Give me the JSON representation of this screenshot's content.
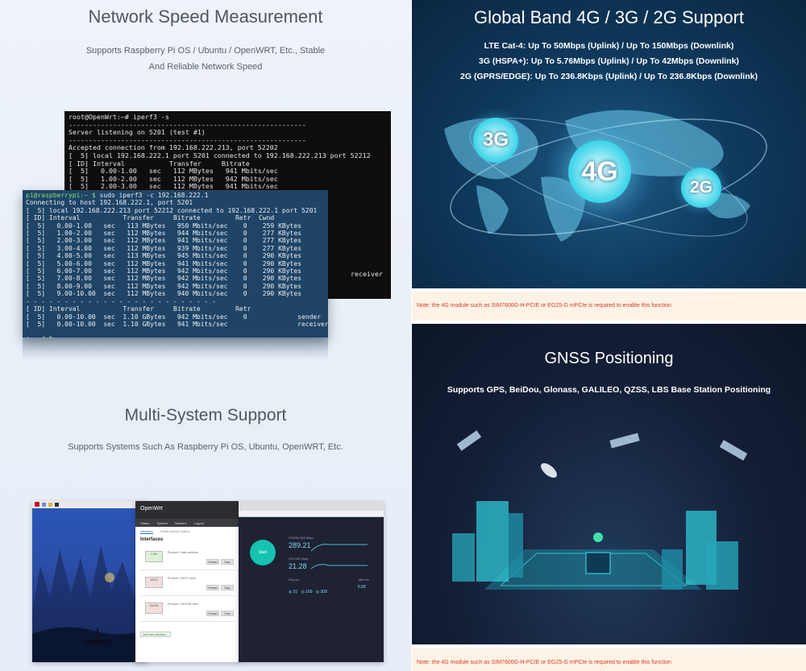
{
  "left_top": {
    "title": "Network Speed Measurement",
    "desc_line1": "Supports Raspberry Pi OS / Ubuntu / OpenWRT, Etc., Stable",
    "desc_line2": "And Reliable Network Speed",
    "server_terminal": [
      "root@OpenWrt:~# iperf3 -s",
      "-----------------------------------------------------------",
      "Server listening on 5201 (test #1)",
      "-----------------------------------------------------------",
      "Accepted connection from 192.168.222.213, port 52202",
      "[  5] local 192.168.222.1 port 5201 connected to 192.168.222.213 port 52212",
      "[ ID] Interval           Transfer     Bitrate",
      "[  5]   0.00-1.00   sec   112 MBytes   941 Mbits/sec",
      "[  5]   1.00-2.00   sec   112 MBytes   942 Mbits/sec",
      "[  5]   2.00-3.00   sec   112 MBytes   941 Mbits/sec"
    ],
    "server_receiver": "receiver",
    "client_prompt": "pi@raspberrypi:~ $",
    "client_command": " sudo iperf3 -c 192.168.222.1",
    "client_terminal": [
      "Connecting to host 192.168.222.1, port 5201",
      "[  5] local 192.168.222.213 port 52212 connected to 192.168.222.1 port 5201",
      "[ ID] Interval           Transfer     Bitrate         Retr  Cwnd",
      "[  5]   0.00-1.00   sec   113 MBytes   950 Mbits/sec    0    259 KBytes",
      "[  5]   1.00-2.00   sec   112 MBytes   944 Mbits/sec    0    277 KBytes",
      "[  5]   2.00-3.00   sec   112 MBytes   941 Mbits/sec    0    277 KBytes",
      "[  5]   3.00-4.00   sec   112 MBytes   939 Mbits/sec    0    277 KBytes",
      "[  5]   4.00-5.00   sec   113 MBytes   945 Mbits/sec    0    290 KBytes",
      "[  5]   5.00-6.00   sec   112 MBytes   941 Mbits/sec    0    290 KBytes",
      "[  5]   6.00-7.00   sec   112 MBytes   942 Mbits/sec    0    290 KBytes",
      "[  5]   7.00-8.00   sec   112 MBytes   942 Mbits/sec    0    290 KBytes",
      "[  5]   8.00-9.00   sec   112 MBytes   942 Mbits/sec    0    290 KBytes",
      "[  5]   9.00-10.00  sec   112 MBytes   940 Mbits/sec    0    290 KBytes",
      "- - - - - - - - - - - - - - - - - - - - - - - - -",
      "[ ID] Interval           Transfer     Bitrate         Retr",
      "[  5]   0.00-10.00  sec  1.10 GBytes   942 Mbits/sec    0             sender",
      "[  5]   0.00-10.00  sec  1.10 GBytes   941 Mbits/sec                  receiver",
      "",
      "iperf Done."
    ]
  },
  "left_bottom": {
    "title": "Multi-System Support",
    "desc": "Supports Systems Such As Raspberry Pi OS, Ubuntu, OpenWRT, Etc.",
    "openwrt": {
      "brand": "OpenWrt",
      "nav": [
        "Status",
        "System",
        "Network",
        "Logout"
      ],
      "subtabs": [
        "Interfaces",
        "Global network options"
      ],
      "heading": "Interfaces",
      "rows": [
        {
          "name": "LAN",
          "info": "Protocol: Static address",
          "btn1": "Restart",
          "btn2": "Stop"
        },
        {
          "name": "WAN",
          "info": "Protocol: DHCP client",
          "btn1": "Restart",
          "btn2": "Stop"
        },
        {
          "name": "WAN6",
          "info": "Protocol: DHCPv6 client",
          "btn1": "Restart",
          "btn2": "Stop"
        }
      ],
      "add_button": "Add new interface..."
    },
    "speedtest": {
      "start": "Start",
      "download_label": "DOWNLOAD Mbps",
      "download_value": "289.21",
      "upload_label": "UPLOAD Mbps",
      "upload_value": "21.28",
      "ping_label": "Ping ms",
      "jitter_label": "Jitter ms",
      "jitter_value": "6.89",
      "stats": [
        "51",
        "169",
        "309"
      ]
    }
  },
  "right_top": {
    "title": "Global Band 4G / 3G / 2G Support",
    "specs": [
      "LTE Cat-4: Up To 50Mbps (Uplink) / Up To 150Mbps (Downlink)",
      "3G (HSPA+): Up To 5.76Mbps (Uplink) / Up To 42Mbps (Downlink)",
      "2G (GPRS/EDGE): Up To 236.8Kbps (Uplink) / Up To 236.8Kbps (Downlink)"
    ],
    "badges": {
      "b3g": "3G",
      "b4g": "4G",
      "b2g": "2G"
    }
  },
  "notes": {
    "top": "Note: the 4G module such as SIM7600G-H-PCIE or EG25-G mPCIe is required to enable this function",
    "bottom": "Note: the 4G module such as SIM7600G-H-PCIE or EG25-G mPCIe is required to enable this function"
  },
  "right_bottom": {
    "title": "GNSS Positioning",
    "desc": "Supports GPS, BeiDou, Glonass, GALILEO, QZSS, LBS Base Station Positioning"
  },
  "colors": {
    "note_text": "#d83a2a",
    "note_bg": "#fcf3e6",
    "accent_cyan": "#37d3e8",
    "terminal_blue": "#1f4466"
  }
}
